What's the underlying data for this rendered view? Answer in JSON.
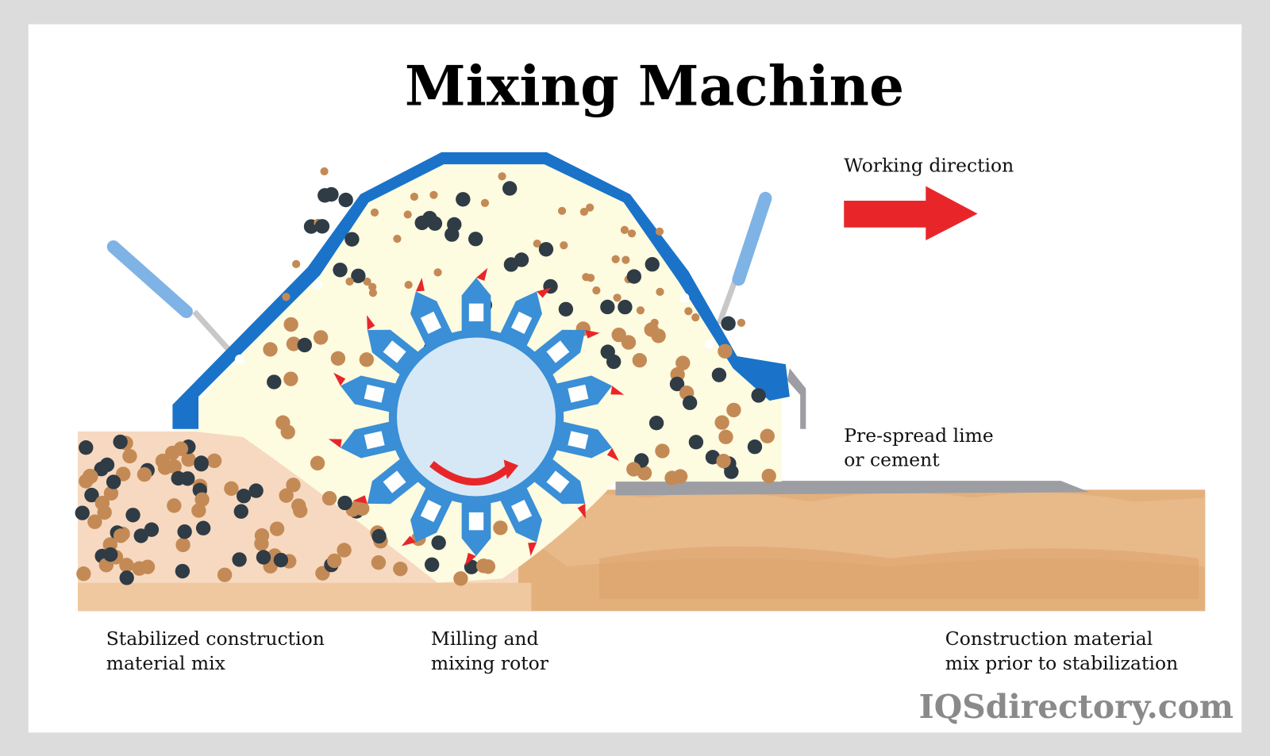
{
  "title": "Mixing Machine",
  "labels": {
    "working_direction": "Working direction",
    "pre_spread_line1": "Pre-spread lime",
    "pre_spread_line2": "or cement",
    "stabilized_line1": "Stabilized construction",
    "stabilized_line2": "material mix",
    "rotor_line1": "Milling and",
    "rotor_line2": "mixing rotor",
    "prior_line1": "Construction material",
    "prior_line2": "mix prior to stabilization"
  },
  "brand": "IQSdirectory.com",
  "colors": {
    "hood": "#1a73c8",
    "arrow": "#e8262a",
    "fill": "#fdfbe0",
    "soil": "#e3b07c",
    "stabilized": "#f6d9c0",
    "rotor": "#d6e8f6"
  }
}
